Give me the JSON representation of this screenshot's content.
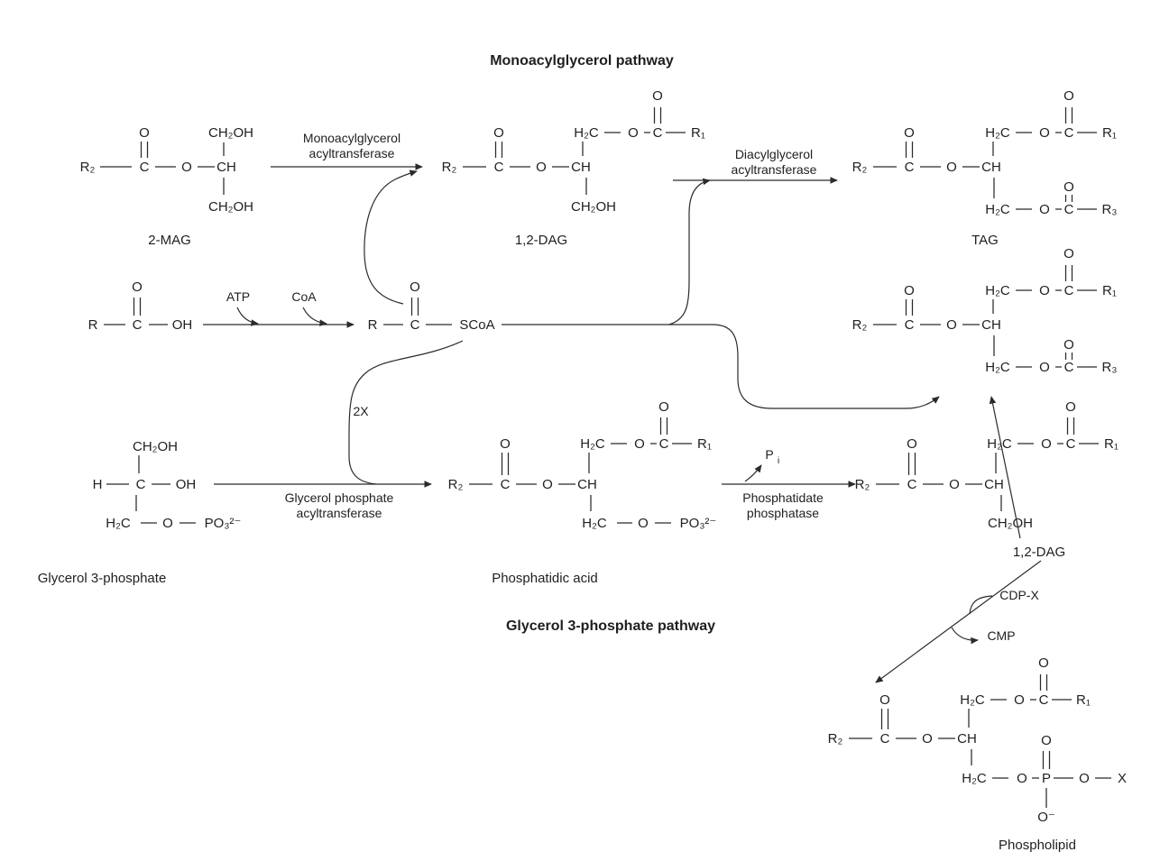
{
  "titles": {
    "mono": "Monoacylglycerol pathway",
    "g3p": "Glycerol 3-phosphate pathway"
  },
  "labels": {
    "mag2": "2-MAG",
    "dag12": "1,2-DAG",
    "tag": "TAG",
    "g3p": "Glycerol 3-phosphate",
    "pa": "Phosphatidic acid",
    "phospholipid": "Phospholipid"
  },
  "enzymes": {
    "mgat": {
      "line1": "Monoacylglycerol",
      "line2": "acyltransferase"
    },
    "dgat": {
      "line1": "Diacylglycerol",
      "line2": "acyltransferase"
    },
    "gpat": {
      "line1": "Glycerol phosphate",
      "line2": "acyltransferase"
    },
    "pap": {
      "line1": "Phosphatidate",
      "line2": "phosphatase"
    }
  },
  "cofactors": {
    "atp": "ATP",
    "coa": "CoA",
    "twox": "2X",
    "pi_main": "P",
    "pi_sub": "i",
    "cdpx": "CDP-X",
    "cmp": "CMP"
  },
  "sym": {
    "O": "O",
    "C": "C",
    "H": "H",
    "CH": "CH",
    "OH": "OH",
    "H2C": "H₂C",
    "CH2OH": "CH₂OH",
    "R": "R",
    "R1": "R₁",
    "R2": "R₂",
    "R3": "R₃",
    "SCoA": "SCoA",
    "PO3": "PO₃²⁻",
    "P": "P",
    "Ominus": "O⁻",
    "X": "X"
  },
  "colors": {
    "ink": "#1f1f1f",
    "background": "#ffffff"
  }
}
